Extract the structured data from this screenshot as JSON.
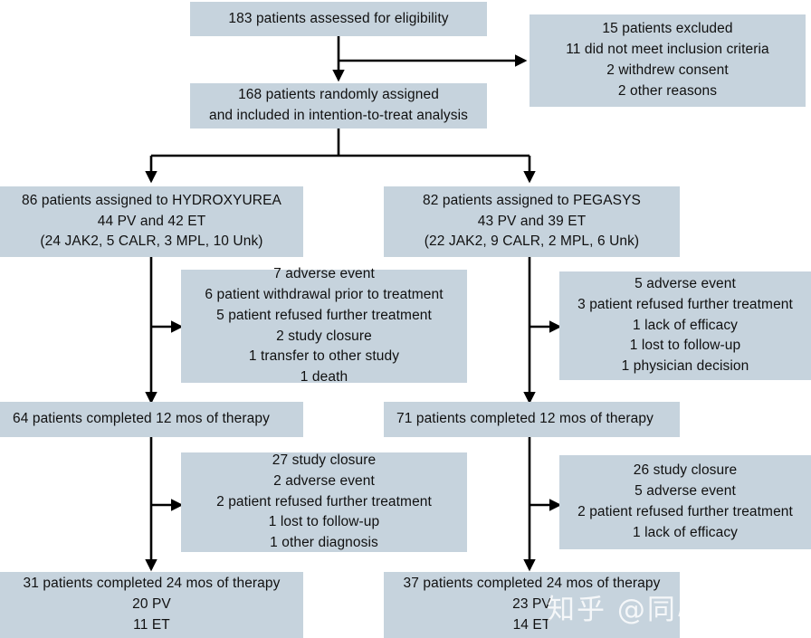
{
  "diagram": {
    "type": "consort-flow-diagram",
    "title": "CONSORT patient flow diagram",
    "colors": {
      "box_fill": "#c6d3dd",
      "line": "#000000",
      "text": "#101010",
      "background": "#ffffff",
      "watermark": "rgba(255,255,255,0.82)"
    },
    "watermark": "知乎 @同心家园基金会",
    "nodes": {
      "assessed": {
        "id": "assessed",
        "lines": [
          "183 patients assessed for eligibility"
        ]
      },
      "excluded": {
        "id": "excluded",
        "lines": [
          "15 patients excluded",
          "11 did not meet inclusion criteria",
          "2 withdrew consent",
          "2 other reasons"
        ]
      },
      "randomized": {
        "id": "randomized",
        "lines": [
          "168 patients randomly assigned",
          "and included in intention-to-treat analysis"
        ]
      },
      "arm_left": {
        "id": "arm-hydroxyurea",
        "lines": [
          "86 patients assigned to HYDROXYUREA",
          "44 PV and 42 ET",
          "(24 JAK2, 5 CALR, 3 MPL, 10 Unk)"
        ]
      },
      "arm_right": {
        "id": "arm-pegasys",
        "lines": [
          "82 patients assigned to PEGASYS",
          "43 PV and 39 ET",
          "(22 JAK2, 9 CALR, 2 MPL, 6 Unk)"
        ]
      },
      "attrition_left_1": {
        "id": "attrition-left-12mo",
        "lines": [
          "7 adverse event",
          "6 patient withdrawal prior to treatment",
          "5 patient refused further treatment",
          "2 study closure",
          "1 transfer to other study",
          "1 death"
        ]
      },
      "attrition_right_1": {
        "id": "attrition-right-12mo",
        "lines": [
          "5 adverse event",
          "3 patient refused further treatment",
          "1 lack of efficacy",
          "1 lost to follow-up",
          "1 physician decision"
        ]
      },
      "completed12_left": {
        "id": "completed-12mo-left",
        "lines": [
          "64 patients completed 12 mos of therapy"
        ]
      },
      "completed12_right": {
        "id": "completed-12mo-right",
        "lines": [
          "71 patients completed 12 mos of therapy"
        ]
      },
      "attrition_left_2": {
        "id": "attrition-left-24mo",
        "lines": [
          "27 study closure",
          "2 adverse event",
          "2 patient refused further treatment",
          "1 lost to follow-up",
          "1 other diagnosis"
        ]
      },
      "attrition_right_2": {
        "id": "attrition-right-24mo",
        "lines": [
          "26 study closure",
          "5 adverse event",
          "2 patient refused further treatment",
          "1 lack of efficacy"
        ]
      },
      "completed24_left": {
        "id": "completed-24mo-left",
        "lines": [
          "31 patients completed 24 mos of therapy",
          "20 PV",
          "11 ET"
        ]
      },
      "completed24_right": {
        "id": "completed-24mo-right",
        "lines": [
          "37 patients completed 24 mos of therapy",
          "23 PV",
          "14 ET"
        ]
      }
    },
    "chart_data": {
      "type": "flowchart",
      "stages": [
        {
          "stage": "assessed for eligibility",
          "n": 183
        },
        {
          "stage": "excluded",
          "n": 15,
          "reasons": [
            {
              "reason": "did not meet inclusion criteria",
              "n": 11
            },
            {
              "reason": "withdrew consent",
              "n": 2
            },
            {
              "reason": "other reasons",
              "n": 2
            }
          ]
        },
        {
          "stage": "randomly assigned / intention-to-treat",
          "n": 168
        }
      ],
      "arms": [
        {
          "name": "HYDROXYUREA",
          "assigned": 86,
          "pv": 44,
          "et": 42,
          "mutations": {
            "JAK2": 24,
            "CALR": 5,
            "MPL": 3,
            "Unk": 10
          },
          "attrition_to_12mo": [
            {
              "reason": "adverse event",
              "n": 7
            },
            {
              "reason": "patient withdrawal prior to treatment",
              "n": 6
            },
            {
              "reason": "patient refused further treatment",
              "n": 5
            },
            {
              "reason": "study closure",
              "n": 2
            },
            {
              "reason": "transfer to other study",
              "n": 1
            },
            {
              "reason": "death",
              "n": 1
            }
          ],
          "completed_12mo": 64,
          "attrition_to_24mo": [
            {
              "reason": "study closure",
              "n": 27
            },
            {
              "reason": "adverse event",
              "n": 2
            },
            {
              "reason": "patient refused further treatment",
              "n": 2
            },
            {
              "reason": "lost to follow-up",
              "n": 1
            },
            {
              "reason": "other diagnosis",
              "n": 1
            }
          ],
          "completed_24mo": 31,
          "completed_24mo_pv": 20,
          "completed_24mo_et": 11
        },
        {
          "name": "PEGASYS",
          "assigned": 82,
          "pv": 43,
          "et": 39,
          "mutations": {
            "JAK2": 22,
            "CALR": 9,
            "MPL": 2,
            "Unk": 6
          },
          "attrition_to_12mo": [
            {
              "reason": "adverse event",
              "n": 5
            },
            {
              "reason": "patient refused further treatment",
              "n": 3
            },
            {
              "reason": "lack of efficacy",
              "n": 1
            },
            {
              "reason": "lost to follow-up",
              "n": 1
            },
            {
              "reason": "physician decision",
              "n": 1
            }
          ],
          "completed_12mo": 71,
          "attrition_to_24mo": [
            {
              "reason": "study closure",
              "n": 26
            },
            {
              "reason": "adverse event",
              "n": 5
            },
            {
              "reason": "patient refused further treatment",
              "n": 2
            },
            {
              "reason": "lack of efficacy",
              "n": 1
            }
          ],
          "completed_24mo": 37,
          "completed_24mo_pv": 23,
          "completed_24mo_et": 14
        }
      ]
    }
  }
}
